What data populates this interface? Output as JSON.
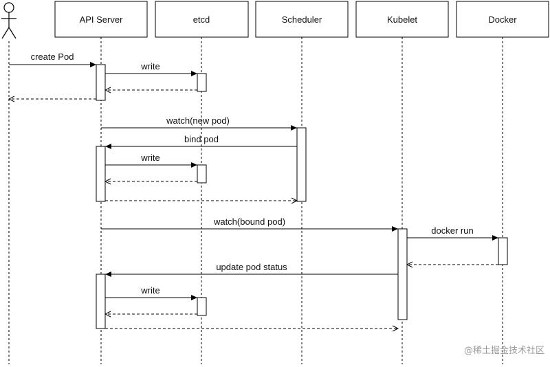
{
  "participants": [
    {
      "id": "user",
      "label": "",
      "kind": "actor"
    },
    {
      "id": "api",
      "label": "API Server",
      "kind": "box"
    },
    {
      "id": "etcd",
      "label": "etcd",
      "kind": "box"
    },
    {
      "id": "sched",
      "label": "Scheduler",
      "kind": "box"
    },
    {
      "id": "kubelet",
      "label": "Kubelet",
      "kind": "box"
    },
    {
      "id": "docker",
      "label": "Docker",
      "kind": "box"
    }
  ],
  "messages": [
    {
      "from": "user",
      "to": "api",
      "label": "create Pod",
      "kind": "sync"
    },
    {
      "from": "api",
      "to": "etcd",
      "label": "write",
      "kind": "sync"
    },
    {
      "from": "etcd",
      "to": "api",
      "label": "",
      "kind": "return"
    },
    {
      "from": "api",
      "to": "user",
      "label": "",
      "kind": "return"
    },
    {
      "from": "api",
      "to": "sched",
      "label": "watch(new pod)",
      "kind": "sync"
    },
    {
      "from": "sched",
      "to": "api",
      "label": "bind pod",
      "kind": "sync"
    },
    {
      "from": "api",
      "to": "etcd",
      "label": "write",
      "kind": "sync"
    },
    {
      "from": "etcd",
      "to": "api",
      "label": "",
      "kind": "return"
    },
    {
      "from": "api",
      "to": "sched",
      "label": "",
      "kind": "return"
    },
    {
      "from": "api",
      "to": "kubelet",
      "label": "watch(bound pod)",
      "kind": "sync"
    },
    {
      "from": "kubelet",
      "to": "docker",
      "label": "docker run",
      "kind": "sync"
    },
    {
      "from": "docker",
      "to": "kubelet",
      "label": "",
      "kind": "return"
    },
    {
      "from": "kubelet",
      "to": "api",
      "label": "update pod status",
      "kind": "sync"
    },
    {
      "from": "api",
      "to": "etcd",
      "label": "write",
      "kind": "sync"
    },
    {
      "from": "etcd",
      "to": "api",
      "label": "",
      "kind": "return"
    },
    {
      "from": "api",
      "to": "kubelet",
      "label": "",
      "kind": "return"
    }
  ],
  "activations": [
    {
      "on": "api"
    },
    {
      "on": "etcd"
    },
    {
      "on": "sched"
    },
    {
      "on": "api"
    },
    {
      "on": "etcd"
    },
    {
      "on": "kubelet"
    },
    {
      "on": "docker"
    },
    {
      "on": "api"
    },
    {
      "on": "etcd"
    }
  ],
  "watermark": "@稀土掘金技术社区",
  "colors": {
    "line": "#000000",
    "watermark": "#9a9a9a"
  }
}
